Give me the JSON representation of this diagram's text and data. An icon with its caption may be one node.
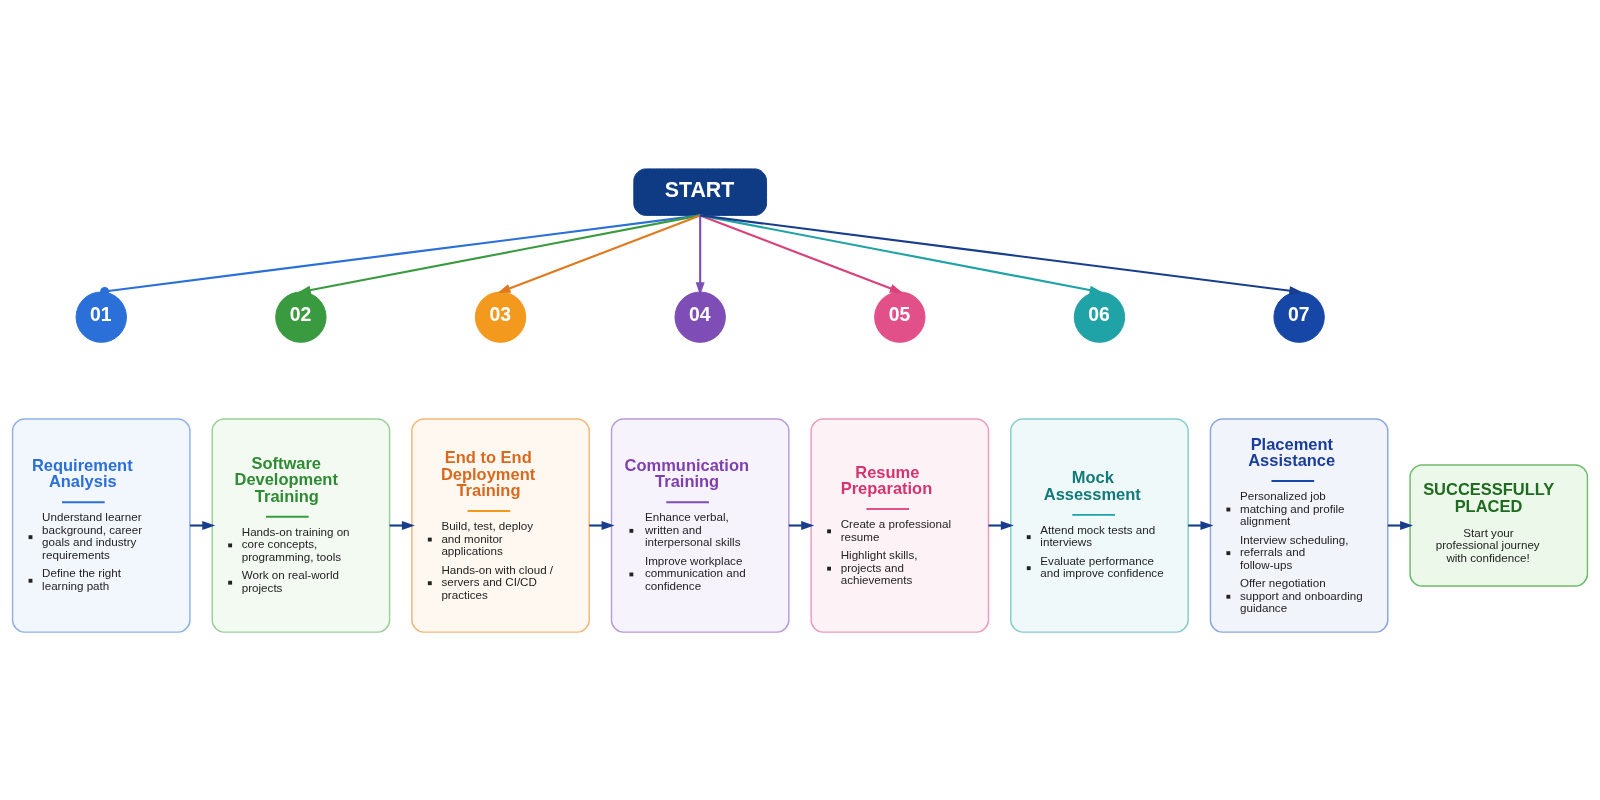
{
  "diagram": {
    "nodes": [
      {
        "text": [
          "START"
        ]
      },
      {
        "text": [
          "01"
        ]
      },
      {
        "text": [
          "02"
        ]
      },
      {
        "text": [
          "03"
        ]
      },
      {
        "text": [
          "04"
        ]
      },
      {
        "text": [
          "05"
        ]
      },
      {
        "text": [
          "06"
        ]
      },
      {
        "text": [
          "07"
        ]
      },
      {
        "text": [
          "Requirement Analysis",
          "Understand learner background, career goals and industry requirements",
          "Define the right learning path"
        ]
      },
      {
        "text": [
          "Software Development Training",
          "Hands-on training on core concepts, programming, tools",
          "Work on real-world projects"
        ]
      },
      {
        "text": [
          "End to End Deployment Training",
          "Build, test, deploy and monitor applications",
          "Hands-on with cloud / servers and CI/CD practices"
        ]
      },
      {
        "text": [
          "Communication Training",
          "Enhance verbal, written and interpersonal skills",
          "Improve workplace communication and confidence"
        ]
      },
      {
        "text": [
          "Resume Preparation",
          "Create a professional resume",
          "Highlight skills, projects and achievements"
        ]
      },
      {
        "text": [
          "Mock Assessment",
          "Attend mock tests and interviews",
          "Evaluate performance and improve confidence"
        ]
      },
      {
        "text": [
          "Placement Assistance",
          "Personalized job matching and profile alignment",
          "Interview scheduling, referrals and follow-ups",
          "Offer negotiation support and onboarding guidance"
        ]
      },
      {
        "text": [
          "SUCCESSFULLY PLACED",
          "Start your professional journey with confidence!"
        ]
      }
    ],
    "edges": [
      {
        "from": 0,
        "to": 1,
        "arrow": "other",
        "color": "#2b6fd9"
      },
      {
        "from": 0,
        "to": 2,
        "arrow": "to",
        "color": "#3a9a3f"
      },
      {
        "from": 0,
        "to": 3,
        "arrow": "to",
        "color": "#e07a1f"
      },
      {
        "from": 0,
        "to": 4,
        "arrow": "to",
        "color": "#7e4db5"
      },
      {
        "from": 0,
        "to": 5,
        "arrow": "to",
        "color": "#d9417a"
      },
      {
        "from": 0,
        "to": 6,
        "arrow": "to",
        "color": "#1fa3a6"
      },
      {
        "from": 0,
        "to": 7,
        "arrow": "to"
      },
      {
        "from": 8,
        "to": 9,
        "arrow": "to"
      },
      {
        "from": 9,
        "to": 10,
        "arrow": "to"
      },
      {
        "from": 10,
        "to": 11,
        "arrow": "to"
      },
      {
        "from": 11,
        "to": 12,
        "arrow": "to"
      },
      {
        "from": 12,
        "to": 13,
        "arrow": "to"
      },
      {
        "from": 13,
        "to": 14,
        "arrow": "to"
      },
      {
        "from": 14,
        "to": 15,
        "arrow": "to"
      }
    ]
  }
}
